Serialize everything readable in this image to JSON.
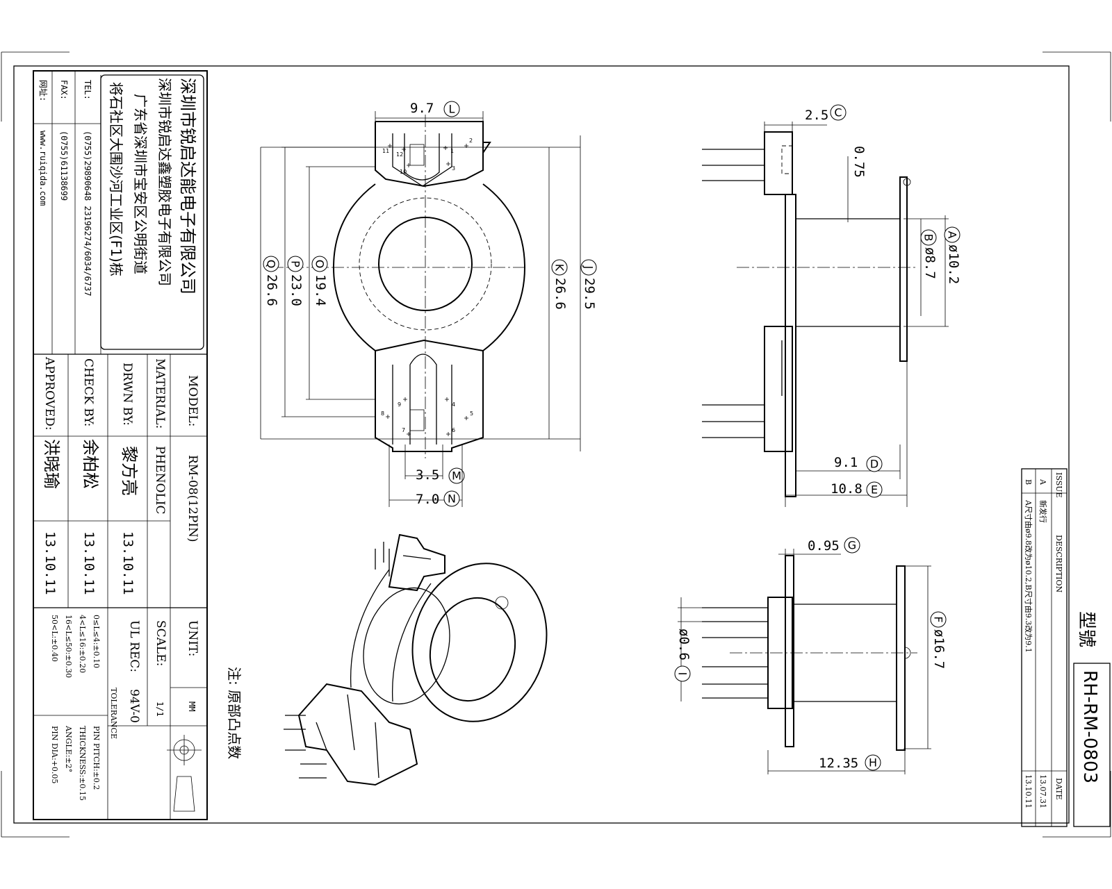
{
  "company": {
    "name_cn": "深圳市锐启达能电子有限公司",
    "factory_cn": "深圳市锐启达鑫塑胶电子有限公司",
    "address1": "广东省深圳市宝安区公明街道",
    "address2": "将石社区大围沙河工业区(F1)栋",
    "tel_label": "TEL:",
    "tel": "(0755)29890648  23196274/6034/6737",
    "fax_label": "FAX:",
    "fax": "(0755)61138699",
    "web_label": "网址:",
    "web": "www.ruiqida.com"
  },
  "title_block": {
    "model_label": "MODEL:",
    "model": "RM-08(12PIN)",
    "material_label": "MATERIAL:",
    "material": "PHENOLIC",
    "drwn_label": "DRWN BY:",
    "drwn_name": "黎方亮",
    "drwn_date": "13.10.11",
    "check_label": "CHECK BY:",
    "check_name": "余柏松",
    "check_date": "13.10.11",
    "approved_label": "APPROVED:",
    "approved_name": "洪晓瑜",
    "approved_date": "13.10.11",
    "unit_label": "UNIT:",
    "unit": "MM",
    "scale_label": "SCALE:",
    "scale": "1/1",
    "ul_label": "UL REC:",
    "ul": "94V-0",
    "tolerance_label": "TOLERANCE",
    "tol_lines": [
      "0≤L≤4:±0.10",
      "4<L≤16:±0.20",
      "16<L≤50:±0.30",
      "50<L:±0.40"
    ],
    "tol_lines2": [
      "PIN PITCH:±0.2",
      "THICKNESS:±0.15",
      "ANGLE:±2°",
      "PIN DIA:+0.05"
    ]
  },
  "revision": {
    "issue_label": "ISSUE",
    "description_label": "DESCRIPTION",
    "date_label": "DATE",
    "rows": [
      {
        "issue": "A",
        "description": "新发行",
        "date": "13.07.31"
      },
      {
        "issue": "B",
        "description": "A尺寸由ø9.8改为ø10.2,B尺寸由9.3改为9.1",
        "date": "13.10.11"
      }
    ],
    "part_label": "型號",
    "part_no": "RH-RM-0803"
  },
  "note": "注: 原部凸点数",
  "dimensions": {
    "L": "9.7",
    "C": "2.5",
    "G075": "0.75",
    "A": "ø10.2",
    "B": "ø8.7",
    "J": "29.5",
    "K": "26.6",
    "O": "19.4",
    "P": "23.0",
    "Q": "26.6",
    "D": "9.1",
    "E": "10.8",
    "M": "3.5",
    "N": "7.0",
    "G": "0.95",
    "F": "ø16.7",
    "I": "ø0.6",
    "H": "12.35"
  },
  "letters": {
    "L": "L",
    "C": "C",
    "A": "A",
    "B": "B",
    "J": "J",
    "K": "K",
    "O": "O",
    "P": "P",
    "Q": "Q",
    "D": "D",
    "E": "E",
    "M": "M",
    "N": "N",
    "G": "G",
    "F": "F",
    "I": "I",
    "H": "H"
  },
  "pins_top": [
    "12",
    "11",
    "10",
    "1",
    "2",
    "3"
  ],
  "pins_bottom": [
    "9",
    "8",
    "7",
    "4",
    "5",
    "6"
  ]
}
